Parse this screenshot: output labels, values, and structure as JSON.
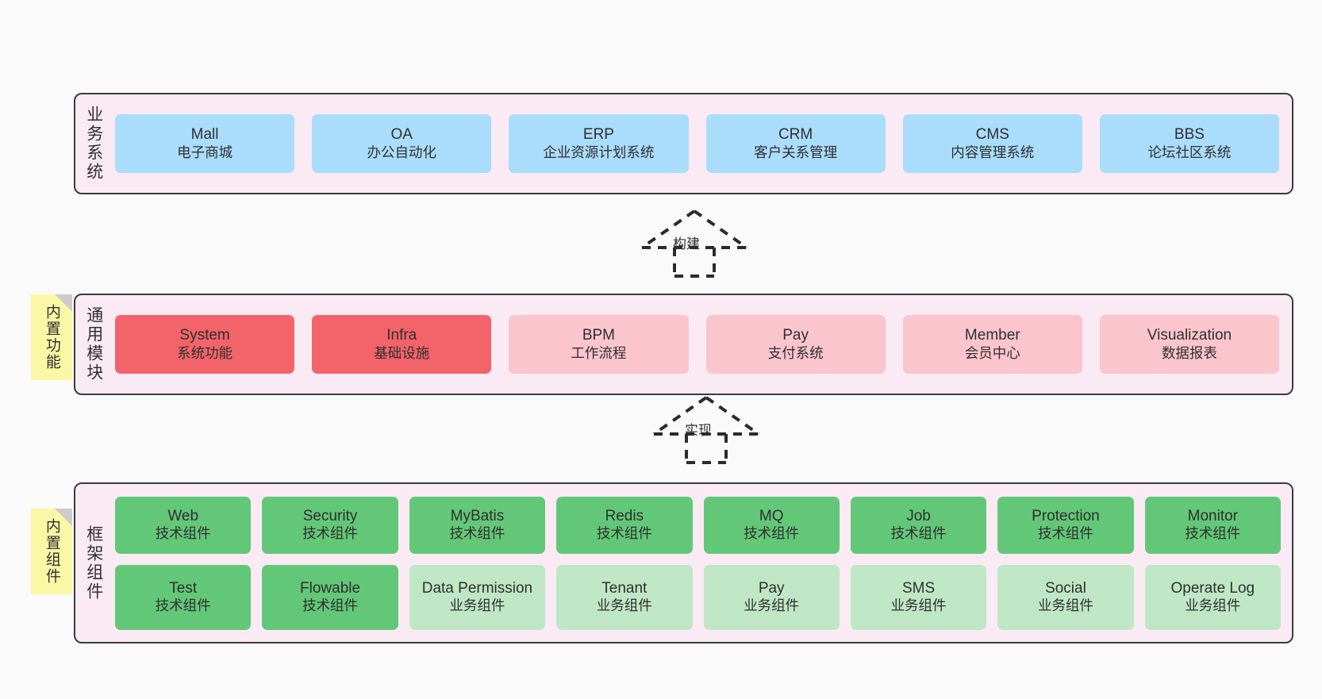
{
  "diagram": {
    "title_vertical_layers": [
      "业务系统",
      "通用模块",
      "框架组件"
    ],
    "background_color": "#fafafa",
    "layer_fill": "#f9eaf4",
    "layer_border": "#3c3c3c"
  },
  "notes": [
    {
      "text": "内置功能",
      "color": "#fbf8a5"
    },
    {
      "text": "内置组件",
      "color": "#fbf8a5"
    }
  ],
  "arrows": [
    {
      "label": "构建",
      "style": "dashed-generalization"
    },
    {
      "label": "实现",
      "style": "dashed-generalization"
    }
  ],
  "layers": [
    {
      "caption": "业务系统",
      "rows": [
        [
          {
            "en": "Mall",
            "cn": "电子商城",
            "color": "#aadcfb",
            "tone": "blue"
          },
          {
            "en": "OA",
            "cn": "办公自动化",
            "color": "#aadcfb",
            "tone": "blue"
          },
          {
            "en": "ERP",
            "cn": "企业资源计划系统",
            "color": "#aadcfb",
            "tone": "blue"
          },
          {
            "en": "CRM",
            "cn": "客户关系管理",
            "color": "#aadcfb",
            "tone": "blue"
          },
          {
            "en": "CMS",
            "cn": "内容管理系统",
            "color": "#aadcfb",
            "tone": "blue"
          },
          {
            "en": "BBS",
            "cn": "论坛社区系统",
            "color": "#aadcfb",
            "tone": "blue"
          }
        ]
      ]
    },
    {
      "caption": "通用模块",
      "rows": [
        [
          {
            "en": "System",
            "cn": "系统功能",
            "color": "#f2646a",
            "tone": "red"
          },
          {
            "en": "Infra",
            "cn": "基础设施",
            "color": "#f2646a",
            "tone": "red"
          },
          {
            "en": "BPM",
            "cn": "工作流程",
            "color": "#fbc5cd",
            "tone": "pink"
          },
          {
            "en": "Pay",
            "cn": "支付系统",
            "color": "#fbc5cd",
            "tone": "pink"
          },
          {
            "en": "Member",
            "cn": "会员中心",
            "color": "#fbc5cd",
            "tone": "pink"
          },
          {
            "en": "Visualization",
            "cn": "数据报表",
            "color": "#fbc5cd",
            "tone": "pink"
          }
        ]
      ]
    },
    {
      "caption": "框架组件",
      "rows": [
        [
          {
            "en": "Web",
            "cn": "技术组件",
            "color": "#63c778",
            "tone": "green"
          },
          {
            "en": "Security",
            "cn": "技术组件",
            "color": "#63c778",
            "tone": "green"
          },
          {
            "en": "MyBatis",
            "cn": "技术组件",
            "color": "#63c778",
            "tone": "green"
          },
          {
            "en": "Redis",
            "cn": "技术组件",
            "color": "#63c778",
            "tone": "green"
          },
          {
            "en": "MQ",
            "cn": "技术组件",
            "color": "#63c778",
            "tone": "green"
          },
          {
            "en": "Job",
            "cn": "技术组件",
            "color": "#63c778",
            "tone": "green"
          },
          {
            "en": "Protection",
            "cn": "技术组件",
            "color": "#63c778",
            "tone": "green"
          },
          {
            "en": "Monitor",
            "cn": "技术组件",
            "color": "#63c778",
            "tone": "green"
          }
        ],
        [
          {
            "en": "Test",
            "cn": "技术组件",
            "color": "#63c778",
            "tone": "green"
          },
          {
            "en": "Flowable",
            "cn": "技术组件",
            "color": "#63c778",
            "tone": "green"
          },
          {
            "en": "Data Permission",
            "cn": "业务组件",
            "color": "#bfe7c6",
            "tone": "ltgreen"
          },
          {
            "en": "Tenant",
            "cn": "业务组件",
            "color": "#bfe7c6",
            "tone": "ltgreen"
          },
          {
            "en": "Pay",
            "cn": "业务组件",
            "color": "#bfe7c6",
            "tone": "ltgreen"
          },
          {
            "en": "SMS",
            "cn": "业务组件",
            "color": "#bfe7c6",
            "tone": "ltgreen"
          },
          {
            "en": "Social",
            "cn": "业务组件",
            "color": "#bfe7c6",
            "tone": "ltgreen"
          },
          {
            "en": "Operate Log",
            "cn": "业务组件",
            "color": "#bfe7c6",
            "tone": "ltgreen"
          }
        ]
      ]
    }
  ]
}
